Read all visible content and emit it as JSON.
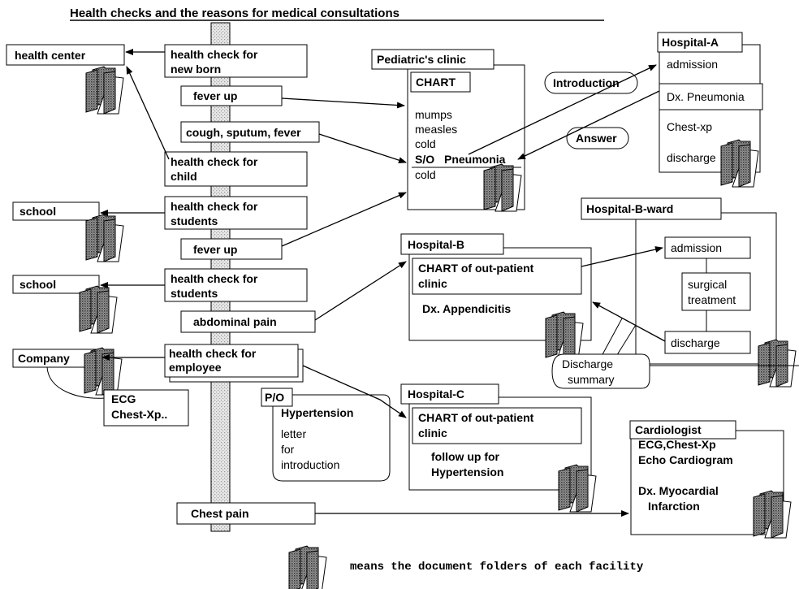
{
  "title": "Health checks and the reasons for medical consultations",
  "timeline": {
    "health_check_newborn": [
      "health check for",
      "new born"
    ],
    "fever_up_1": "fever up",
    "cough": "cough, sputum, fever",
    "health_check_child": [
      "health check for",
      "child"
    ],
    "health_check_students_1": [
      "health check for",
      "students"
    ],
    "fever_up_2": "fever up",
    "health_check_students_2": [
      "health check for",
      "students"
    ],
    "abdominal_pain": "abdominal pain",
    "health_check_employee": [
      "health check for",
      "employee"
    ],
    "chest_pain": "Chest pain"
  },
  "left": {
    "health_center": "health center",
    "school_1": "school",
    "school_2": "school",
    "company": "Company",
    "company_tests": [
      "ECG",
      "Chest-Xp.."
    ]
  },
  "pediatric": {
    "title": "Pediatric's clinic",
    "chart": "CHART",
    "entries": [
      "mumps",
      "measles",
      "cold"
    ],
    "so": "S/O",
    "pneumonia": "Pneumonia",
    "cold_after": "cold"
  },
  "bubbles": {
    "introduction": "Introduction",
    "answer": "Answer",
    "discharge_summary": [
      "Discharge",
      "summary"
    ]
  },
  "hospital_a": {
    "title": "Hospital-A",
    "items": [
      "admission",
      "Dx. Pneumonia",
      "Chest-xp",
      "discharge"
    ]
  },
  "hospital_b_ward": {
    "title": "Hospital-B-ward",
    "admission": "admission",
    "surgical": [
      "surgical",
      "treatment"
    ],
    "discharge": "discharge"
  },
  "hospital_b": {
    "title": "Hospital-B",
    "chart": [
      "CHART of out-patient",
      "clinic"
    ],
    "dx": "Dx. Appendicitis"
  },
  "po": {
    "tag": "P/O",
    "title": "Hypertension",
    "lines": [
      "letter",
      "for",
      "introduction"
    ]
  },
  "hospital_c": {
    "title": "Hospital-C",
    "chart": [
      "CHART of out-patient",
      "clinic"
    ],
    "follow": [
      "follow up for",
      "Hypertension"
    ]
  },
  "cardiologist": {
    "title": "Cardiologist",
    "tests": [
      "ECG,Chest-Xp",
      "Echo Cardiogram"
    ],
    "dx": [
      "Dx. Myocardial",
      "Infarction"
    ]
  },
  "legend": "means the document folders of each facility",
  "colors": {
    "line": "#000000",
    "timeline_bar": "#d8d8d8",
    "folder_fill": "#7a7a7a",
    "folder_dot": "#3a3a3a"
  },
  "icons": [
    "folder-icon",
    "arrow-icon"
  ]
}
